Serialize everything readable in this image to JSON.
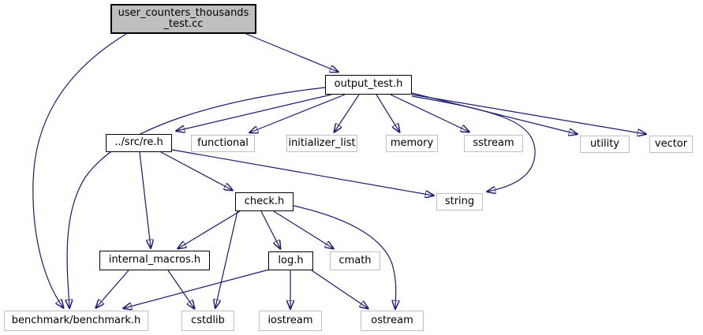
{
  "graph": {
    "kind": "doxygen-include-dependency-graph",
    "main_node": {
      "line1": "user_counters_thousands",
      "line2": "_test.cc"
    },
    "nodes": {
      "output_test": {
        "label": "output_test.h"
      },
      "re": {
        "label": "../src/re.h"
      },
      "functional": {
        "label": "functional"
      },
      "initializer_list": {
        "label": "initializer_list"
      },
      "memory": {
        "label": "memory"
      },
      "sstream": {
        "label": "sstream"
      },
      "utility": {
        "label": "utility"
      },
      "vector": {
        "label": "vector"
      },
      "check": {
        "label": "check.h"
      },
      "string": {
        "label": "string"
      },
      "internal_macros": {
        "label": "internal_macros.h"
      },
      "log": {
        "label": "log.h"
      },
      "cmath": {
        "label": "cmath"
      },
      "benchmark": {
        "label": "benchmark/benchmark.h"
      },
      "cstdlib": {
        "label": "cstdlib"
      },
      "iostream": {
        "label": "iostream"
      },
      "ostream": {
        "label": "ostream"
      }
    },
    "edges": [
      {
        "from": "user_counters_thousands_test.cc",
        "to": "output_test.h"
      },
      {
        "from": "user_counters_thousands_test.cc",
        "to": "benchmark/benchmark.h"
      },
      {
        "from": "output_test.h",
        "to": "../src/re.h"
      },
      {
        "from": "output_test.h",
        "to": "functional"
      },
      {
        "from": "output_test.h",
        "to": "initializer_list"
      },
      {
        "from": "output_test.h",
        "to": "memory"
      },
      {
        "from": "output_test.h",
        "to": "sstream"
      },
      {
        "from": "output_test.h",
        "to": "utility"
      },
      {
        "from": "output_test.h",
        "to": "vector"
      },
      {
        "from": "output_test.h",
        "to": "string"
      },
      {
        "from": "output_test.h",
        "to": "benchmark/benchmark.h"
      },
      {
        "from": "../src/re.h",
        "to": "check.h"
      },
      {
        "from": "../src/re.h",
        "to": "internal_macros.h"
      },
      {
        "from": "../src/re.h",
        "to": "string"
      },
      {
        "from": "check.h",
        "to": "internal_macros.h"
      },
      {
        "from": "check.h",
        "to": "log.h"
      },
      {
        "from": "check.h",
        "to": "cmath"
      },
      {
        "from": "check.h",
        "to": "cstdlib"
      },
      {
        "from": "check.h",
        "to": "ostream"
      },
      {
        "from": "internal_macros.h",
        "to": "benchmark/benchmark.h"
      },
      {
        "from": "internal_macros.h",
        "to": "cstdlib"
      },
      {
        "from": "log.h",
        "to": "benchmark/benchmark.h"
      },
      {
        "from": "log.h",
        "to": "iostream"
      },
      {
        "from": "log.h",
        "to": "ostream"
      }
    ],
    "colors": {
      "edge": "#191970",
      "internal_node_border": "#000000",
      "external_node_border": "#c0c0c0",
      "main_node_fill": "#bfbfbf",
      "node_fill": "#ffffff",
      "text": "#000000"
    }
  }
}
